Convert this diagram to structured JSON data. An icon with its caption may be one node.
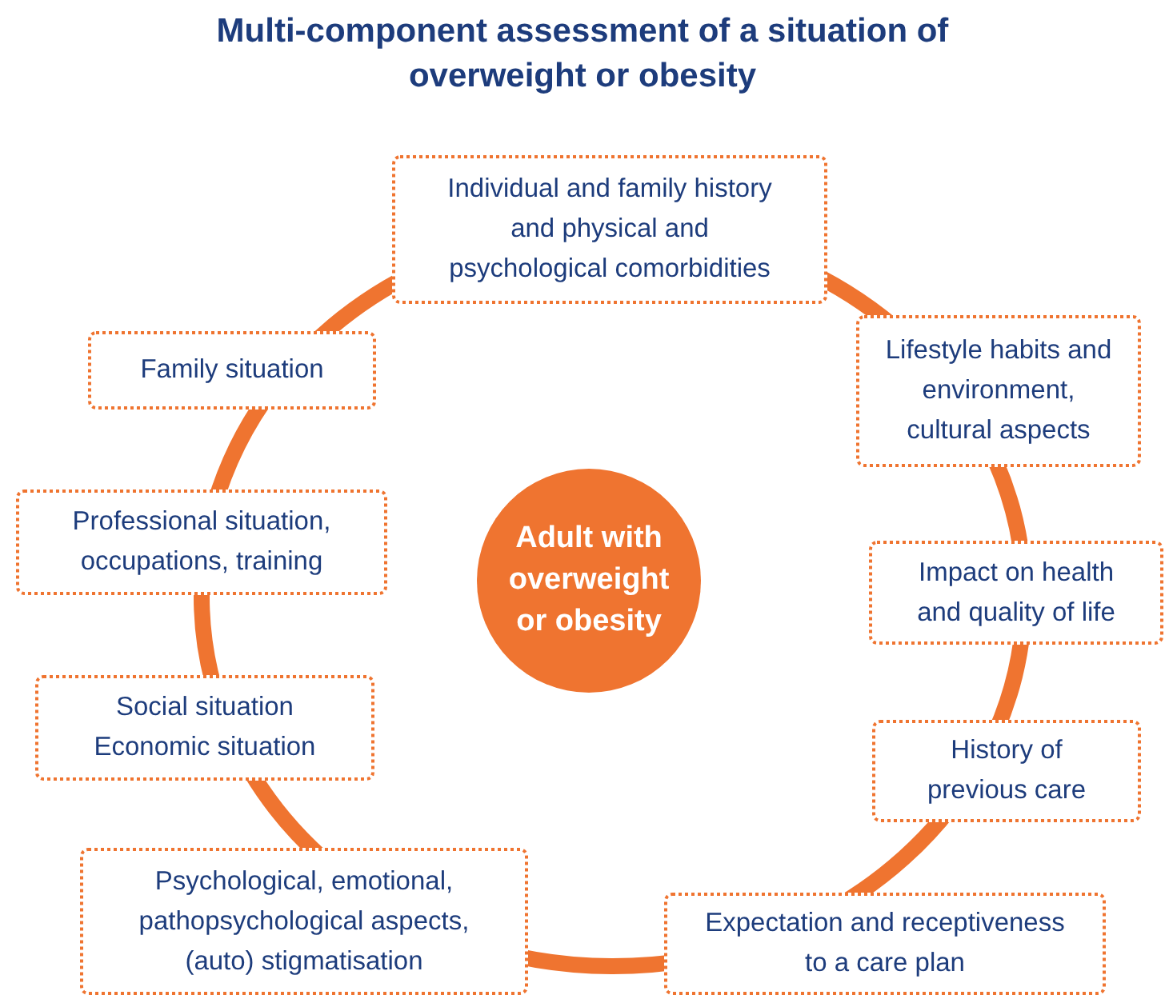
{
  "diagram": {
    "title": "Multi-component assessment of a situation of overweight or obesity",
    "nodes": [
      {
        "text": [
          "Adult with overweight or obesity"
        ]
      },
      {
        "text": [
          "Individual and family history and physical and psychological comorbidities"
        ]
      },
      {
        "text": [
          "Lifestyle habits and environment, cultural aspects"
        ]
      },
      {
        "text": [
          "Impact on health and quality of life"
        ]
      },
      {
        "text": [
          "History of previous care"
        ]
      },
      {
        "text": [
          "Expectation and receptiveness to a care plan"
        ]
      },
      {
        "text": [
          "Psychological, emotional, pathopsychological aspects, (auto) stigmatisation"
        ]
      },
      {
        "text": [
          "Social situation Economic situation"
        ]
      },
      {
        "text": [
          "Professional situation, occupations, training"
        ]
      },
      {
        "text": [
          "Family situation"
        ]
      }
    ]
  }
}
